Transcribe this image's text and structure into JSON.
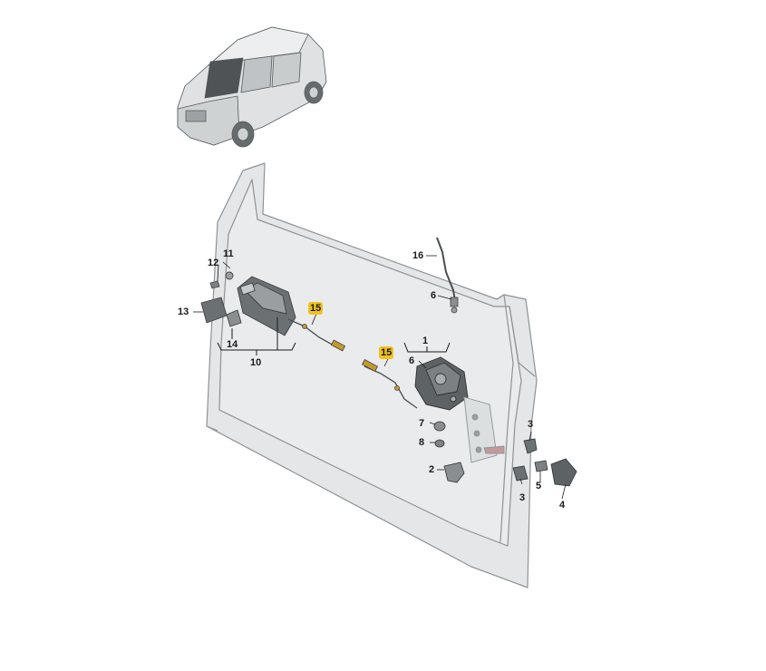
{
  "diagram": {
    "callouts": {
      "c1": "1",
      "c2": "2",
      "c3a": "3",
      "c3b": "3",
      "c4": "4",
      "c5": "5",
      "c6a": "6",
      "c6b": "6",
      "c7": "7",
      "c8": "8",
      "c10": "10",
      "c11": "11",
      "c12": "12",
      "c13": "13",
      "c14": "14",
      "c15a": "15",
      "c15b": "15",
      "c16": "16"
    },
    "highlighted": [
      "c15a",
      "c15b"
    ],
    "colors": {
      "highlight": "#f2c21b",
      "panel": "#e4e6e7",
      "panel_stroke": "#8f9396",
      "part_dark": "#5d6265",
      "part_mid": "#8a8e91",
      "car_window": "#4f5356"
    }
  }
}
